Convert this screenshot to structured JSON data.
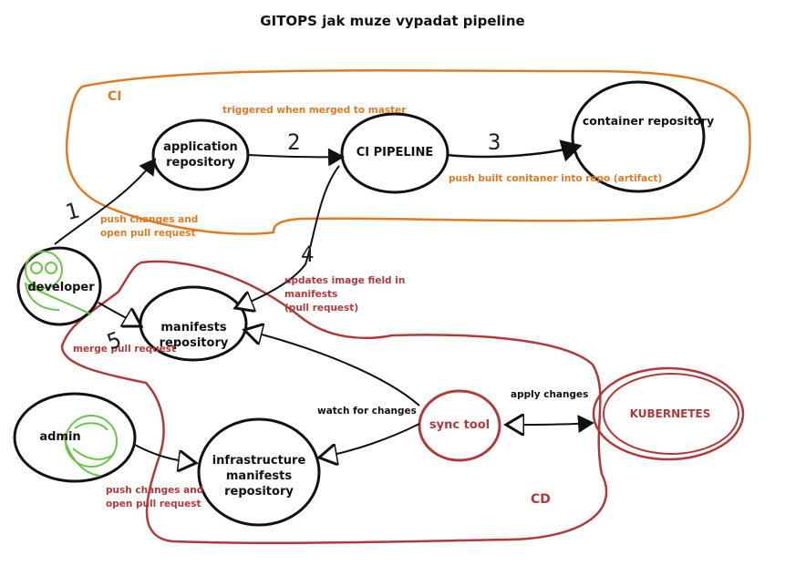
{
  "title": "GITOPS jak muze vypadat pipeline",
  "regions": {
    "ci": "CI",
    "cd": "CD"
  },
  "nodes": {
    "application_repository": "application\nrepository",
    "ci_pipeline": "CI PIPELINE",
    "container_repository": "container repository",
    "developer": "developer",
    "manifests_repository": "manifests\nrepository",
    "admin": "admin",
    "infrastructure_manifests_repository": "infrastructure\nmanifests\nrepository",
    "sync_tool": "sync tool",
    "kubernetes": "KUBERNETES"
  },
  "labels": {
    "triggered": "triggered when merged to master",
    "push_built": "push built conitaner into repo (artifact)",
    "push_changes_dev": "push changes and\nopen pull request",
    "updates_image": "updates image field in\nmanifests\n(pull request)",
    "merge_pull_request": "merge pull request",
    "watch_for_changes": "watch for changes",
    "apply_changes": "apply changes",
    "push_changes_admin": "push changes and\nopen pull request"
  },
  "steps": {
    "s1": "1",
    "s2": "2",
    "s3": "3",
    "s4": "4",
    "s5": "5"
  },
  "colors": {
    "ci": "#e07a24",
    "cd": "#b03a3a",
    "person": "#6cc24a",
    "ink": "#111111"
  }
}
